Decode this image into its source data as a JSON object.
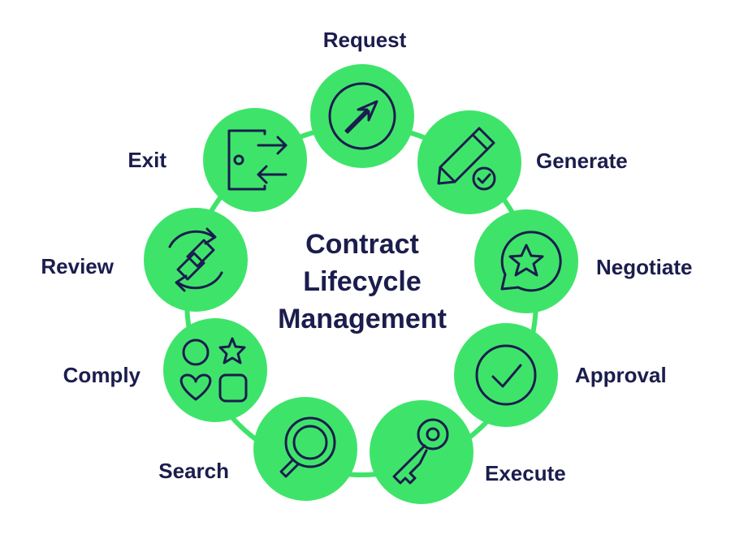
{
  "diagram": {
    "title_lines": [
      "Contract",
      "Lifecycle",
      "Management"
    ],
    "stages": [
      {
        "label": "Request",
        "icon": "arrow-up-right-icon"
      },
      {
        "label": "Generate",
        "icon": "pencil-check-icon"
      },
      {
        "label": "Negotiate",
        "icon": "speech-bubble-star-icon"
      },
      {
        "label": "Approval",
        "icon": "checkmark-circle-icon"
      },
      {
        "label": "Execute",
        "icon": "key-icon"
      },
      {
        "label": "Search",
        "icon": "magnifier-icon"
      },
      {
        "label": "Comply",
        "icon": "shapes-icon"
      },
      {
        "label": "Review",
        "icon": "cycle-arrows-icon"
      },
      {
        "label": "Exit",
        "icon": "door-exchange-icon"
      }
    ]
  },
  "colors": {
    "circle_fill": "#3ee46a",
    "ring_stroke": "#3ee46a",
    "text": "#1b1d4d"
  }
}
